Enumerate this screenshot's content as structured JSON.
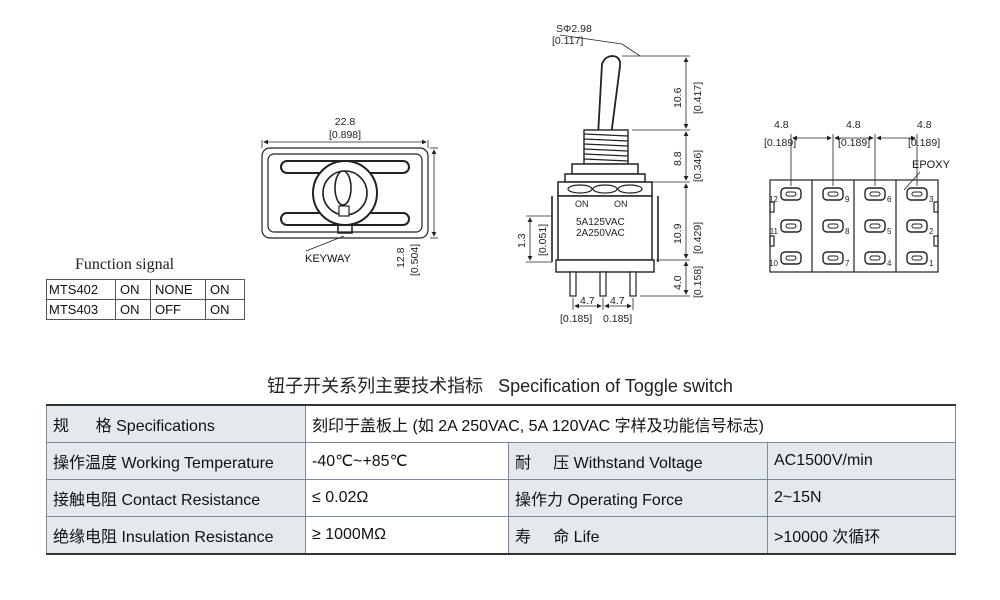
{
  "top_view": {
    "dim_width": "22.8",
    "dim_width_in": "[0.898]",
    "dim_height": "12.8",
    "dim_height_in": "[0.504]",
    "keyway_label": "KEYWAY"
  },
  "side_view": {
    "ball_dim": "SΦ2.98",
    "ball_dim_in": "[0.117]",
    "lever_dim": "10.6",
    "lever_dim_in": "[0.417]",
    "bushing_dim": "8.8",
    "bushing_dim_in": "[0.346]",
    "body_dim": "10.9",
    "body_dim_in": "[0.429]",
    "terminal_dim": "4.0",
    "terminal_dim_in": "[0.158]",
    "standoff_dim": "1.3",
    "standoff_dim_in": "[0.051]",
    "on_left": "ON",
    "on_right": "ON",
    "rating_1": "5A125VAC",
    "rating_2": "2A250VAC",
    "pitch_1": "4.7",
    "pitch_2": "4.7",
    "pitch_in": "[0.185]",
    "pitch_in_2": "0.185]"
  },
  "bottom_view": {
    "pitch_1": "4.8",
    "pitch_2": "4.8",
    "pitch_3": "4.8",
    "pitch_in_1": "[0.189]",
    "pitch_in_2": "[0.189]",
    "pitch_in_3": "[0.189]",
    "epoxy_label": "EPOXY",
    "pins": [
      "12",
      "9",
      "6",
      "3",
      "11",
      "8",
      "5",
      "2",
      "10",
      "7",
      "4",
      "1"
    ]
  },
  "function_signal": {
    "title": "Function signal",
    "rows": [
      {
        "model": "MTS402",
        "c1": "ON",
        "c2": "NONE",
        "c3": "ON"
      },
      {
        "model": "MTS403",
        "c1": "ON",
        "c2": "OFF",
        "c3": "ON"
      }
    ]
  },
  "spec": {
    "title": "钮子开关系列主要技术指标   Specification of Toggle switch",
    "row0": {
      "label": "规      格 Specifications",
      "value": "刻印于盖板上 (如 2A 250VAC, 5A 120VAC 字样及功能信号标志)"
    },
    "row1": {
      "label1": "操作温度 Working Temperature",
      "value1": "-40℃~+85℃",
      "label2": "耐     压 Withstand Voltage",
      "value2": "AC1500V/min"
    },
    "row2": {
      "label1": "接触电阻 Contact Resistance",
      "value1": "≤ 0.02Ω",
      "label2": "操作力 Operating Force",
      "value2": "2~15N"
    },
    "row3": {
      "label1": "绝缘电阻 Insulation Resistance",
      "value1": "≥ 1000MΩ",
      "label2": "寿     命 Life",
      "value2": ">10000 次循环"
    }
  }
}
